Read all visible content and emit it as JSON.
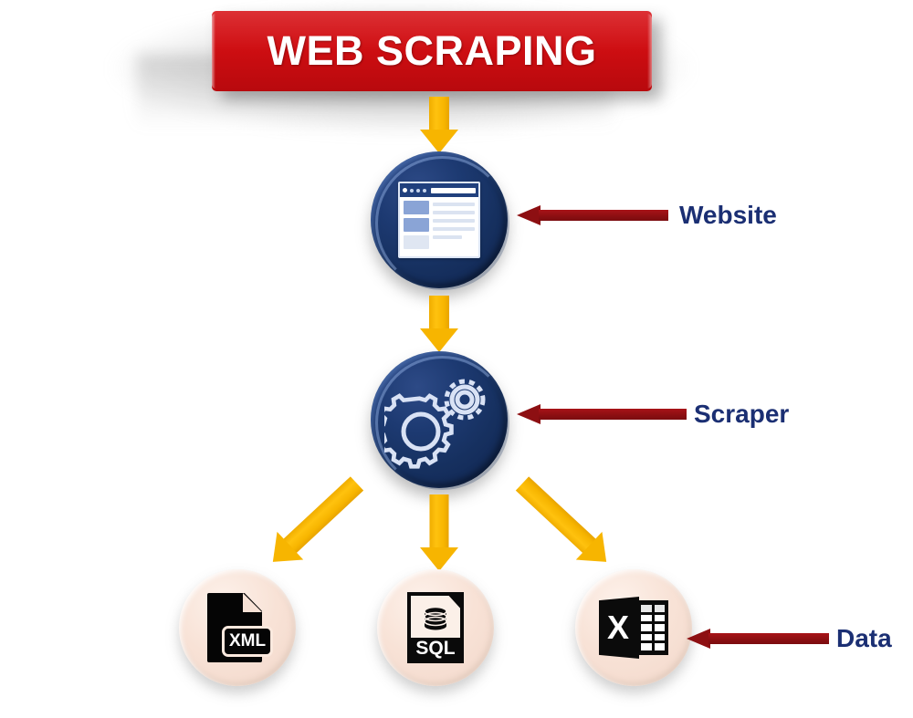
{
  "diagram": {
    "title": "WEB SCRAPING",
    "banner_color": "#cf0e12",
    "banner_text_color": "#ffffff",
    "flow_arrow_color": "#f7b500",
    "label_arrow_color": "#8d0f12",
    "label_text_color": "#1b2f73",
    "node_navy_color": "#1d3a72",
    "node_peach_color": "#f8e2d6"
  },
  "nodes": [
    {
      "id": "website",
      "icon": "browser-window-icon",
      "label": "Website",
      "shape": "navy-circle"
    },
    {
      "id": "scraper",
      "icon": "gears-icon",
      "label": "Scraper",
      "shape": "navy-circle"
    }
  ],
  "outputs": {
    "label": "Data",
    "items": [
      {
        "id": "xml",
        "icon": "xml-file-icon",
        "text": "XML"
      },
      {
        "id": "sql",
        "icon": "sql-file-icon",
        "text": "SQL"
      },
      {
        "id": "excel",
        "icon": "excel-file-icon",
        "text": "X"
      }
    ]
  },
  "labels": {
    "website": "Website",
    "scraper": "Scraper",
    "data": "Data"
  }
}
